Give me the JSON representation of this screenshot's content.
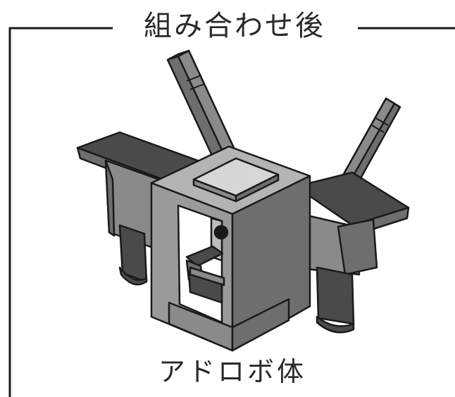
{
  "heading": "組み合わせ後",
  "caption": "アドロボ体",
  "colors": {
    "line": "#1a1a1a",
    "text": "#2a2a2a",
    "body_face": "#9a9a9a",
    "body_side": "#6e6e6e",
    "dark": "#4a4a4a",
    "light": "#d6d6d6"
  },
  "icons": {
    "robot": "assembled-robot-illustration"
  }
}
